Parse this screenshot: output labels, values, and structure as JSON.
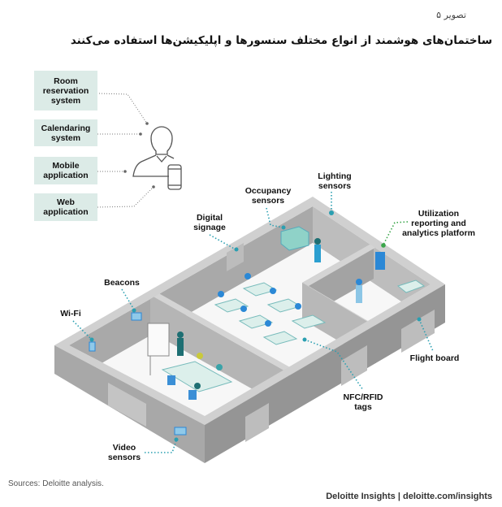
{
  "figure_label": "تصویر ۵",
  "title": "ساختمان‌های هوشمند از انواع مختلف سنسورها و اپلیکیشن‌ها استفاده می‌کنند",
  "apps": [
    {
      "lines": [
        "Room",
        "reservation",
        "system"
      ]
    },
    {
      "lines": [
        "Calendaring",
        "system"
      ]
    },
    {
      "lines": [
        "Mobile",
        "application"
      ]
    },
    {
      "lines": [
        "Web",
        "application"
      ]
    }
  ],
  "callouts": {
    "lighting": [
      "Lighting",
      "sensors"
    ],
    "occupancy": [
      "Occupancy",
      "sensors"
    ],
    "signage": [
      "Digital",
      "signage"
    ],
    "utilization": [
      "Utilization",
      "reporting and",
      "analytics platform"
    ],
    "beacons": [
      "Beacons"
    ],
    "wifi": [
      "Wi-Fi"
    ],
    "flight": [
      "Flight board"
    ],
    "nfc": [
      "NFC/RFID",
      "tags"
    ],
    "video": [
      "Video",
      "sensors"
    ]
  },
  "source": "Sources: Deloitte analysis.",
  "brand": "Deloitte Insights | deloitte.com/insights",
  "colors": {
    "teal": "#2a9fb1",
    "green": "#3aa64a",
    "box": "#dcebe7",
    "wall_top": "#cfcfcf",
    "wall_face": "#a8a8a8"
  }
}
